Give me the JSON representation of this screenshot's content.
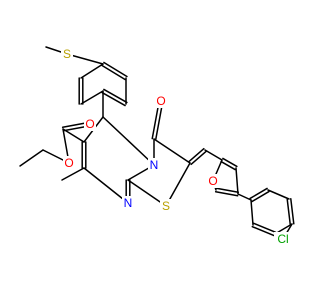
{
  "molecule": {
    "colors": {
      "bond": "#000000",
      "S": "#b8a000",
      "O": "#ff0000",
      "N": "#0000ff",
      "Cl": "#00a000"
    },
    "atoms": {
      "S_methylthio": "S",
      "O_ester_carbonyl": "O",
      "O_ester_ether": "O",
      "O_oxo": "O",
      "N_ring_fused": "N",
      "N_ring_imine": "N",
      "S_thiazole": "S",
      "O_furan": "O",
      "Cl": "Cl"
    }
  }
}
